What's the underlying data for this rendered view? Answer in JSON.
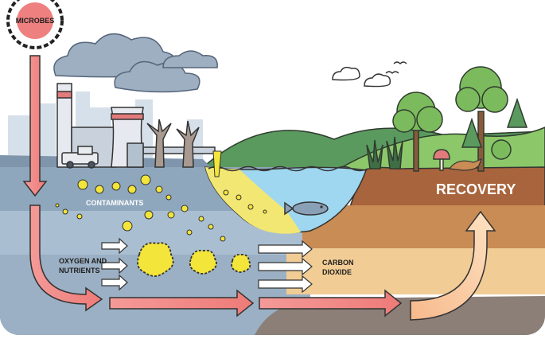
{
  "labels": {
    "microbes": "MICROBES",
    "contaminants": "CONTAMINANTS",
    "oxygen_line1": "OXYGEN AND",
    "oxygen_line2": "NUTRIENTS",
    "carbon_line1": "CARBON",
    "carbon_line2": "DIOXIDE",
    "recovery": "RECOVERY"
  },
  "colors": {
    "polluted_soil": "#8fa7bd",
    "clean_soil": "#a8643c",
    "water": "#9fd6f0",
    "arrow_fill": "#f28f8f",
    "arrow_stroke": "#333333",
    "contaminant": "#f3e53a",
    "recovery_arrow": "#f9d2a4"
  }
}
